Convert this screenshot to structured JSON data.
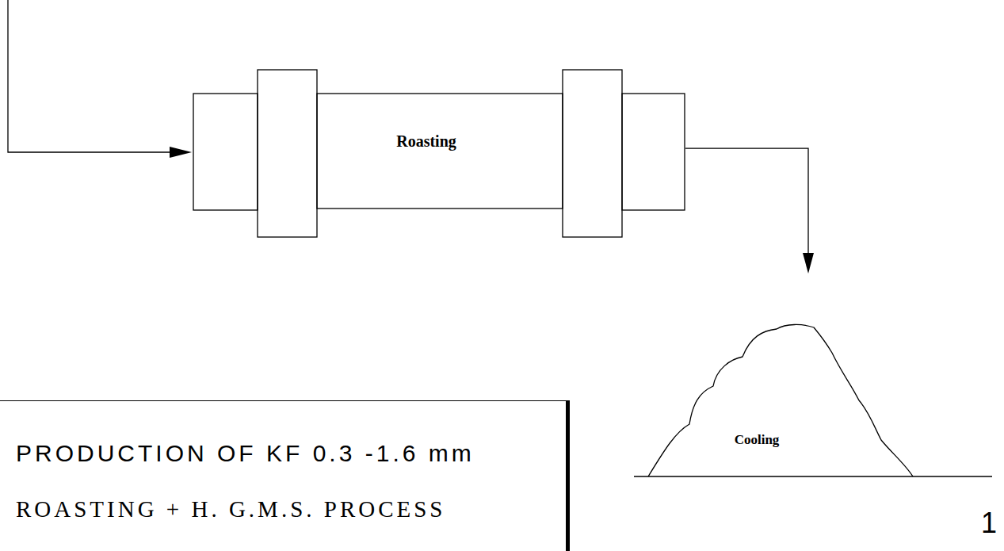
{
  "diagram": {
    "nodes": [
      {
        "text": [
          "Roasting"
        ]
      },
      {
        "text": [
          "Cooling"
        ]
      },
      {
        "text": [
          "PRODUCTION OF KF 0.3 -1.6 mm",
          "ROASTING + H. G.M.S. PROCESS"
        ]
      }
    ],
    "edges": [
      {
        "from": 0,
        "to": 1,
        "arrow": "to"
      }
    ],
    "labels": [
      "1"
    ]
  }
}
